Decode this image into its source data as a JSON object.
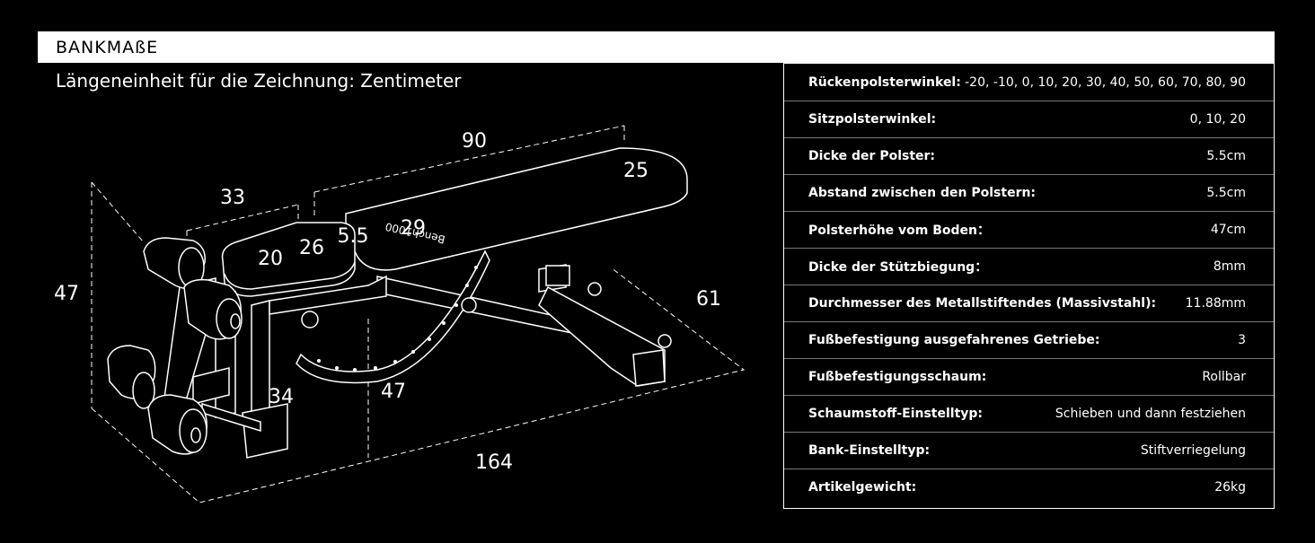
{
  "header": {
    "title": "BANKMAßE"
  },
  "unit_note": "Längeneinheit für die Zeichnung: Zentimeter",
  "diagram": {
    "brand": "Bench1000",
    "dims": {
      "d90": "90",
      "d25": "25",
      "d33": "33",
      "d20": "20",
      "d26": "26",
      "d55": "5.5",
      "d29": "29",
      "d47_left": "47",
      "d61": "61",
      "d34": "34",
      "d47_mid": "47",
      "d164": "164"
    }
  },
  "specs": [
    {
      "label": "Rückenpolsterwinkel:",
      "value": "-20, -10, 0, 10, 20, 30, 40, 50, 60, 70, 80, 90"
    },
    {
      "label": "Sitzpolsterwinkel:",
      "value": "0, 10, 20"
    },
    {
      "label": "Dicke der Polster:",
      "value": "5.5cm"
    },
    {
      "label": "Abstand zwischen den Polstern:",
      "value": "5.5cm"
    },
    {
      "label": "Polsterhöhe vom Boden：",
      "value": "47cm"
    },
    {
      "label": "Dicke der Stützbiegung：",
      "value": "8mm"
    },
    {
      "label": "Durchmesser des Metallstiftendes (Massivstahl):",
      "value": "11.88mm"
    },
    {
      "label": "Fußbefestigung ausgefahrenes Getriebe:",
      "value": "3"
    },
    {
      "label": "Fußbefestigungsschaum:",
      "value": "Rollbar"
    },
    {
      "label": "Schaumstoff-Einstelltyp:",
      "value": "Schieben und dann festziehen"
    },
    {
      "label": "Bank-Einstelltyp:",
      "value": "Stiftverriegelung"
    },
    {
      "label": "Artikelgewicht:",
      "value": "26kg"
    }
  ]
}
